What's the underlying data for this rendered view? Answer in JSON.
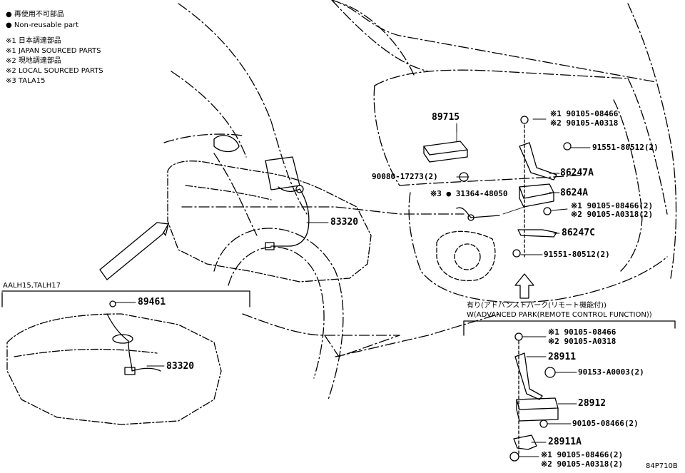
{
  "legend": {
    "line1": "● 再使用不可部品",
    "line2": "● Non-reusable part",
    "line3": "※1 日本調達部品",
    "line4": "※1 JAPAN SOURCED PARTS",
    "line5": "※2 現地調達部品",
    "line6": "※2 LOCAL SOURCED PARTS",
    "line7": "※3 TALA15"
  },
  "labels": {
    "p89715": "89715",
    "p90105a_1": "※1 90105-08466",
    "p90105a_2": "※2 90105-A0318",
    "p91551a": "91551-80512(2)",
    "p90080": "90080-17273(2)",
    "p86247A": "86247A",
    "p31364": "※3 ● 31364-48050",
    "p8624A": "8624A",
    "p90105b_1": "※1 90105-08466(2)",
    "p90105b_2": "※2 90105-A0318(2)",
    "p83320_top": "83320",
    "p86247C": "86247C",
    "p91551b": "91551-80512(2)",
    "p89461": "89461",
    "p83320_inset": "83320",
    "p90105c_1": "※1 90105-08466",
    "p90105c_2": "※2 90105-A0318",
    "p28911": "28911",
    "p90153": "90153-A0003(2)",
    "p28912": "28912",
    "p90105d": "90105-08466(2)",
    "p28911A": "28911A",
    "p90105e_1": "※1 90105-08466(2)",
    "p90105e_2": "※2 90105-A0318(2)"
  },
  "sections": {
    "inset_left_title": "AALH15,TALH17",
    "inset_right_title_jp": "有り(アドバンストパーク(リモート機能付))",
    "inset_right_title_en": "W(ADVANCED PARK(REMOTE CONTROL FUNCTION))"
  },
  "diagram_code": "84P710B"
}
